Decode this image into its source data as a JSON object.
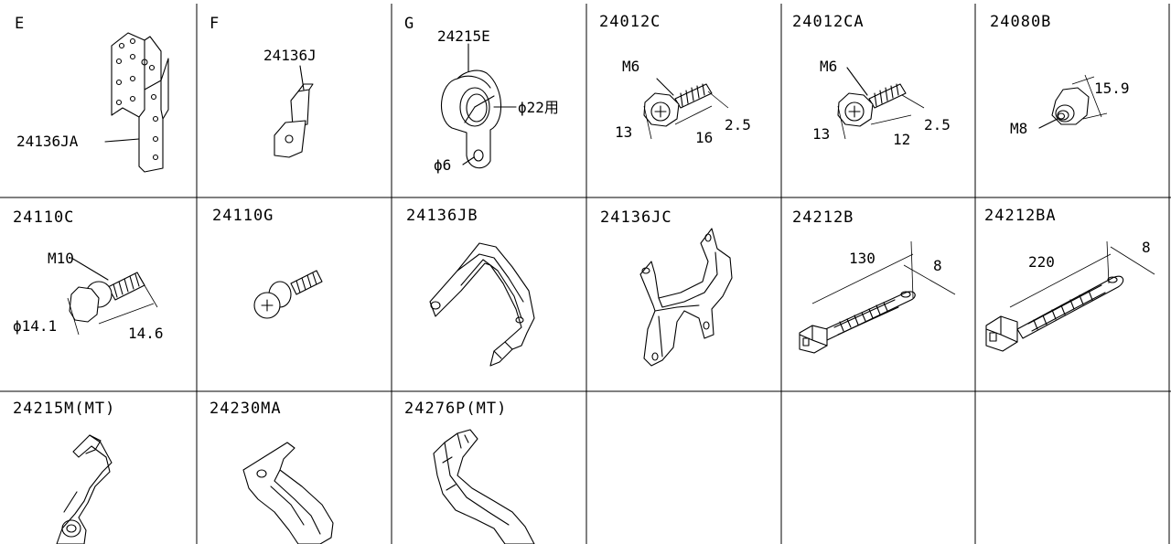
{
  "cells": [
    {
      "code": "E",
      "callouts": [
        "24136JA"
      ]
    },
    {
      "code": "F",
      "callouts": [
        "24136J"
      ]
    },
    {
      "code": "G",
      "callouts": [
        "24215E",
        "ϕ22用",
        "ϕ6"
      ]
    },
    {
      "code": "24012C",
      "callouts": [
        "M6",
        "13",
        "16",
        "2.5"
      ]
    },
    {
      "code": "24012CA",
      "callouts": [
        "M6",
        "13",
        "12",
        "2.5"
      ]
    },
    {
      "code": "24080B",
      "callouts": [
        "15.9",
        "M8"
      ]
    },
    {
      "code": "24110C",
      "callouts": [
        "M10",
        "ϕ14.1",
        "14.6"
      ]
    },
    {
      "code": "24110G",
      "callouts": []
    },
    {
      "code": "24136JB",
      "callouts": []
    },
    {
      "code": "24136JC",
      "callouts": []
    },
    {
      "code": "24212B",
      "callouts": [
        "130",
        "8"
      ]
    },
    {
      "code": "24212BA",
      "callouts": [
        "220",
        "8"
      ]
    },
    {
      "code": "24215M(MT)",
      "callouts": []
    },
    {
      "code": "24230MA",
      "callouts": []
    },
    {
      "code": "24276P(MT)",
      "callouts": []
    },
    {
      "code": "",
      "callouts": []
    },
    {
      "code": "",
      "callouts": []
    },
    {
      "code": "",
      "callouts": []
    }
  ]
}
